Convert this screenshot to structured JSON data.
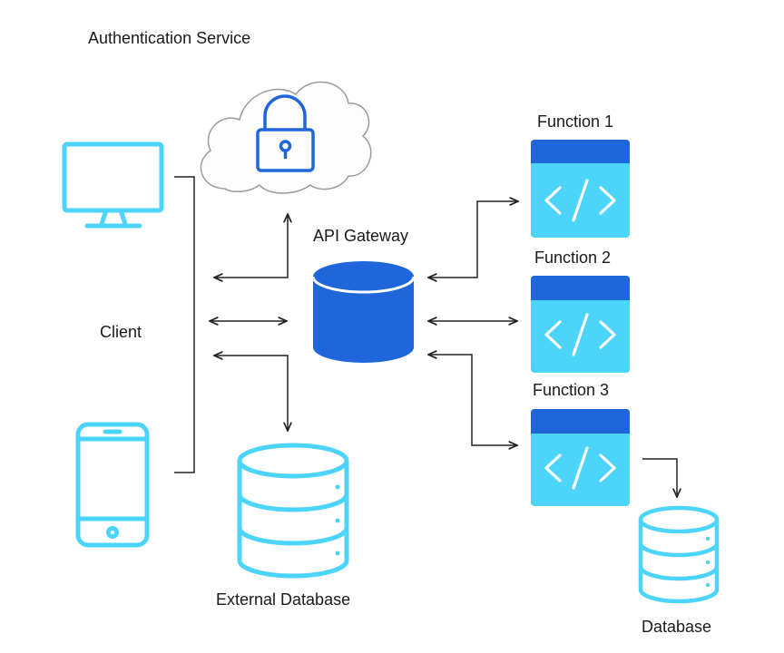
{
  "labels": {
    "auth_service": "Authentication Service",
    "client": "Client",
    "api_gateway": "API Gateway",
    "function_1": "Function 1",
    "function_2": "Function 2",
    "function_3": "Function 3",
    "external_db": "External Database",
    "database": "Database"
  },
  "icons": {
    "monitor": "desktop-monitor-icon",
    "phone": "mobile-phone-icon",
    "cloud": "cloud-icon",
    "lock": "padlock-icon",
    "gateway": "cylinder-icon",
    "function": "code-brackets-icon",
    "database": "database-stack-icon"
  },
  "colors": {
    "light_blue": "#4cd4fb",
    "blue": "#1f66db",
    "text": "#1a1a1a",
    "line": "#222222",
    "cloud_stroke": "#9b9b9b"
  }
}
